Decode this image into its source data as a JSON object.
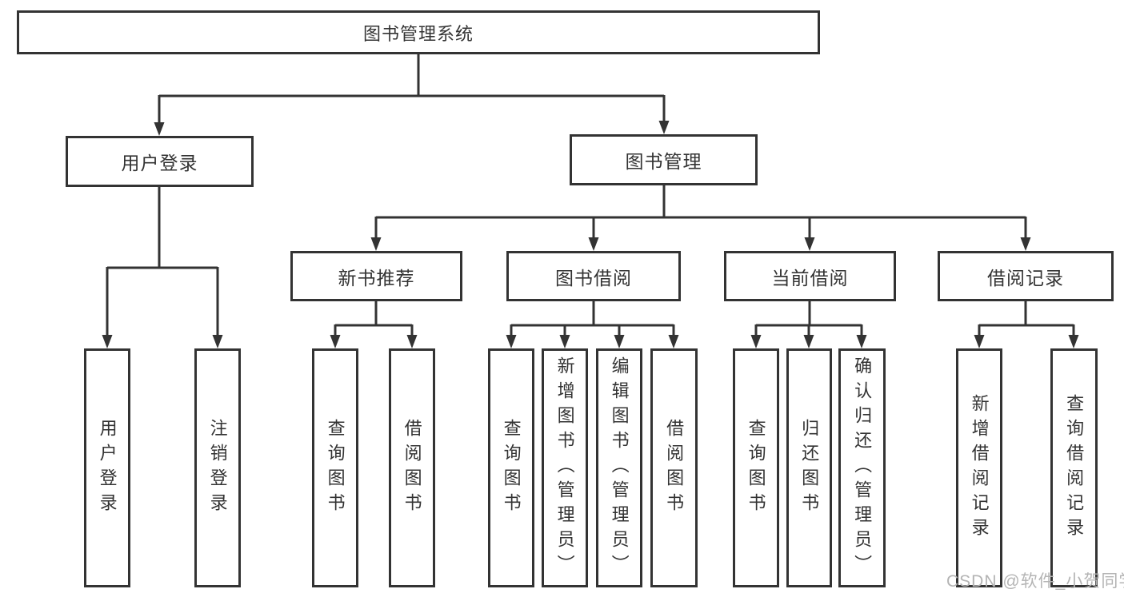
{
  "tree": {
    "root": "图书管理系统",
    "children": [
      {
        "label": "用户登录",
        "leaves": [
          "用户登录",
          "注销登录"
        ]
      },
      {
        "label": "图书管理",
        "children": [
          {
            "label": "新书推荐",
            "leaves": [
              "查询图书",
              "借阅图书"
            ]
          },
          {
            "label": "图书借阅",
            "leaves": [
              "查询图书",
              "新增图书（管理员）",
              "编辑图书（管理员）",
              "借阅图书"
            ]
          },
          {
            "label": "当前借阅",
            "leaves": [
              "查询图书",
              "归还图书",
              "确认归还（管理员）"
            ]
          },
          {
            "label": "借阅记录",
            "leaves": [
              "新增借阅记录",
              "查询借阅记录"
            ]
          }
        ]
      }
    ]
  },
  "watermark": "CSDN @软件_小贺同学",
  "colors": {
    "line": "#333333",
    "text": "#333333",
    "watermark": "#b4b4b4",
    "background": "#ffffff"
  }
}
